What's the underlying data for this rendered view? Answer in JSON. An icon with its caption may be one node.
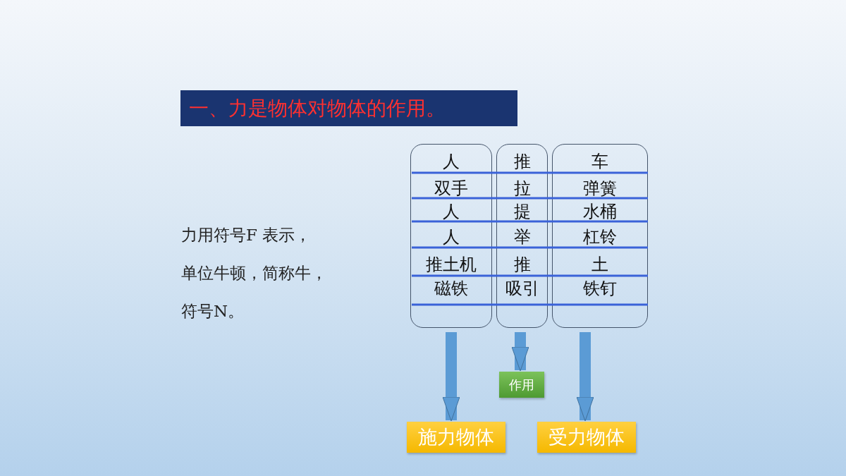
{
  "diagram": {
    "title": "一、力是物体对物体的作用。",
    "nodes": [
      {
        "text": [
          "人",
          "双手",
          "人",
          "人",
          "推土机",
          "磁铁"
        ]
      },
      {
        "text": [
          "推",
          "拉",
          "提",
          "举",
          "推",
          "吸引"
        ]
      },
      {
        "text": [
          "车",
          "弹簧",
          "水桶",
          "杠铃",
          "土",
          "铁钉"
        ]
      },
      {
        "text": [
          "作用"
        ]
      },
      {
        "text": [
          "施力物体"
        ]
      },
      {
        "text": [
          "受力物体"
        ]
      }
    ],
    "edges": [
      {
        "from": 0,
        "to": 4,
        "arrow": "to"
      },
      {
        "from": 1,
        "to": 3,
        "arrow": "to"
      },
      {
        "from": 2,
        "to": 5,
        "arrow": "to"
      }
    ],
    "labels": [
      "力用符号F 表示，",
      "单位牛顿，简称牛，",
      "符号N。"
    ]
  }
}
